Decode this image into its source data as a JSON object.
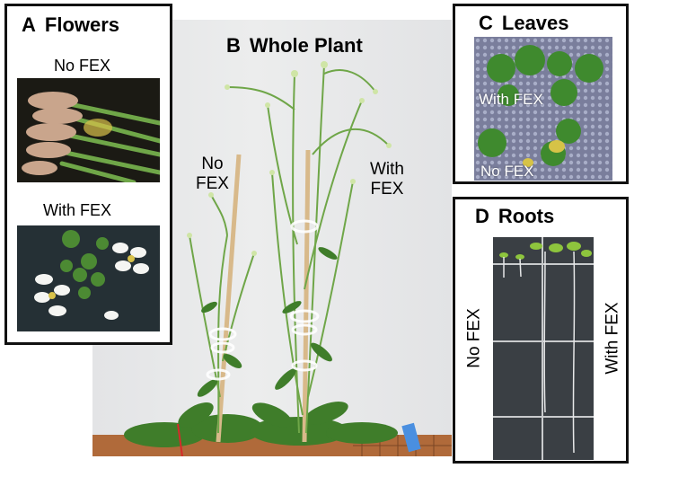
{
  "panels": {
    "flowers": {
      "letter": "A",
      "title": "Flowers",
      "top_label": "No FEX",
      "bottom_label": "With FEX"
    },
    "whole_plant": {
      "letter": "B",
      "title": "Whole Plant",
      "left_label_line1": "No",
      "left_label_line2": "FEX",
      "right_label_line1": "With",
      "right_label_line2": "FEX"
    },
    "leaves": {
      "letter": "C",
      "title": "Leaves",
      "upper_label": "With FEX",
      "lower_label": "No FEX"
    },
    "roots": {
      "letter": "D",
      "title": "Roots",
      "left_label": "No FEX",
      "right_label": "With FEX"
    }
  },
  "colors": {
    "frame": "#111111",
    "background": "#ffffff",
    "leaf_green": "#3f7d2a",
    "stem_green": "#6fa648",
    "petal_white": "#f5f5f2",
    "senesced_flower": "#c9a58c",
    "root_plate_dark": "#3a3f44"
  }
}
